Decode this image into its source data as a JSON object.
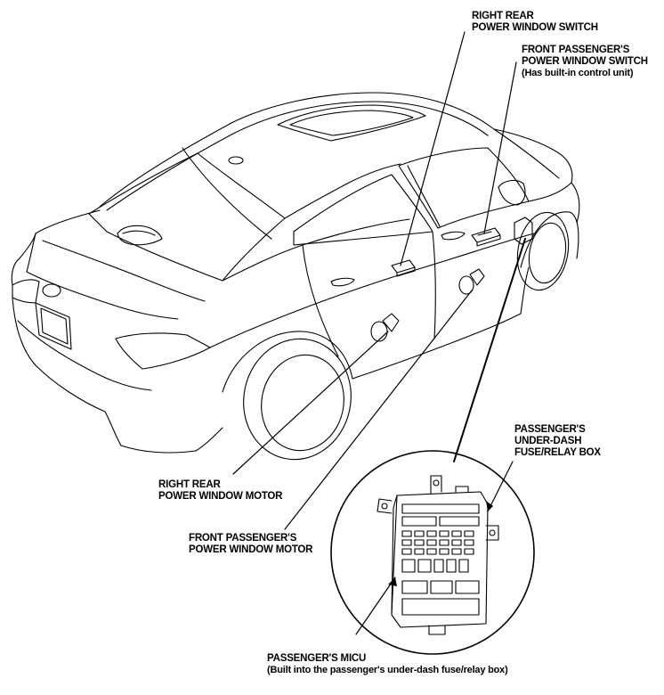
{
  "labels": {
    "right_rear_switch": {
      "line1": "RIGHT REAR",
      "line2": "POWER WINDOW SWITCH"
    },
    "front_pass_switch": {
      "line1": "FRONT PASSENGER'S",
      "line2": "POWER WINDOW SWITCH",
      "line3": "(Has built-in control unit)"
    },
    "fuse_box": {
      "line1": "PASSENGER'S",
      "line2": "UNDER-DASH",
      "line3": "FUSE/RELAY BOX"
    },
    "right_rear_motor": {
      "line1": "RIGHT REAR",
      "line2": "POWER WINDOW MOTOR"
    },
    "front_pass_motor": {
      "line1": "FRONT PASSENGER'S",
      "line2": "POWER WINDOW MOTOR"
    },
    "micu": {
      "line1": "PASSENGER'S MICU",
      "line2": "(Built into the passenger's under-dash fuse/relay box)"
    }
  }
}
